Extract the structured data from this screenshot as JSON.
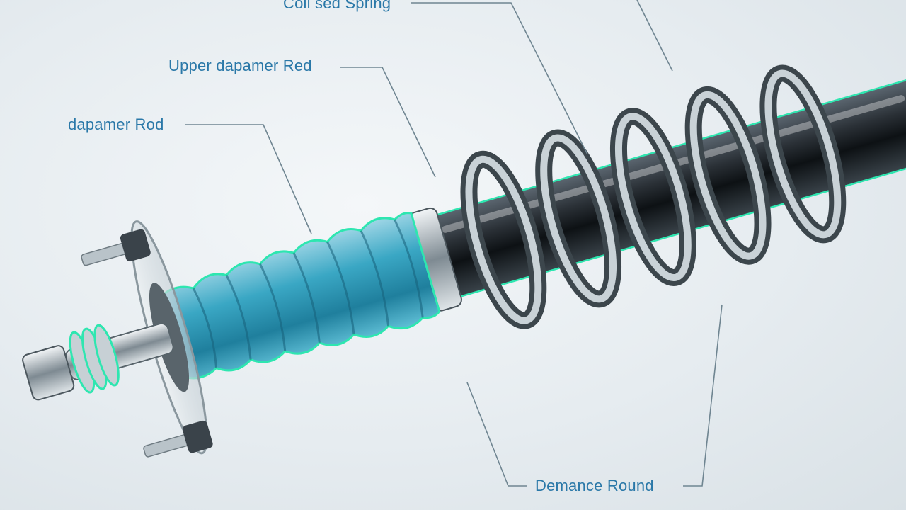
{
  "diagram": {
    "labels": {
      "coil_spring": "Coil sed Spring",
      "upper_damper_rod": "Upper dapamer Red",
      "damper_rod": "dapamer Rod",
      "demance_round": "Demance Round"
    },
    "colors": {
      "label_text": "#2a78a8",
      "leader_line": "#6f8591",
      "glow_outline": "#2ee6b0",
      "bellows": "#3aa7c4",
      "rod": "#1d2328",
      "spring_chrome": "#9aa6ad"
    }
  }
}
